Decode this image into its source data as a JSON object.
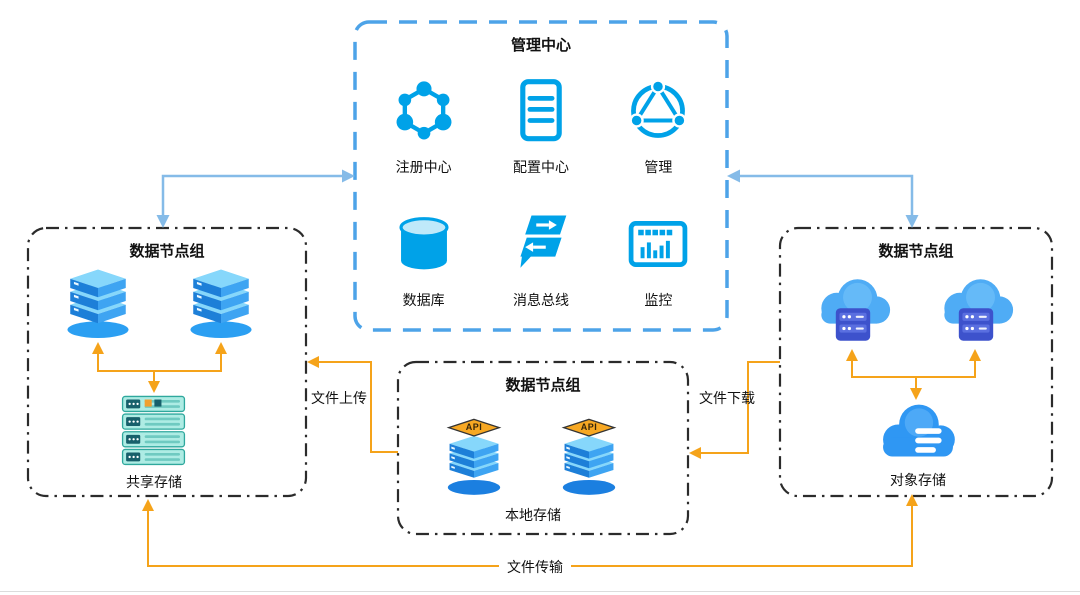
{
  "diagram": {
    "management_center": {
      "title": "管理中心",
      "items": [
        {
          "id": "registry",
          "icon": "registry-icon",
          "label": "注册中心"
        },
        {
          "id": "config",
          "icon": "config-icon",
          "label": "配置中心"
        },
        {
          "id": "management",
          "icon": "management-icon",
          "label": "管理"
        },
        {
          "id": "database",
          "icon": "database-icon",
          "label": "数据库"
        },
        {
          "id": "message_bus",
          "icon": "message-bus-icon",
          "label": "消息总线"
        },
        {
          "id": "monitor",
          "icon": "monitor-icon",
          "label": "监控"
        }
      ]
    },
    "left_group": {
      "title": "数据节点组",
      "storage_label": "共享存储"
    },
    "center_group": {
      "title": "数据节点组",
      "storage_label": "本地存储",
      "api_badge": "API"
    },
    "right_group": {
      "title": "数据节点组",
      "storage_label": "对象存储"
    },
    "edges": {
      "upload": "文件上传",
      "download": "文件下载",
      "transfer": "文件传输"
    },
    "colors": {
      "management_border": "#4da3e8",
      "icon_accent": "#00a2e8",
      "group_border": "#2b2b2b",
      "arrow_orange": "#f5a31a",
      "arrow_blue": "#85bbe8",
      "server_blue": "#2f9df0",
      "storage_teal": "#aeece4",
      "cloud_blue": "#4facf5",
      "api_orange": "#f7a823"
    }
  }
}
